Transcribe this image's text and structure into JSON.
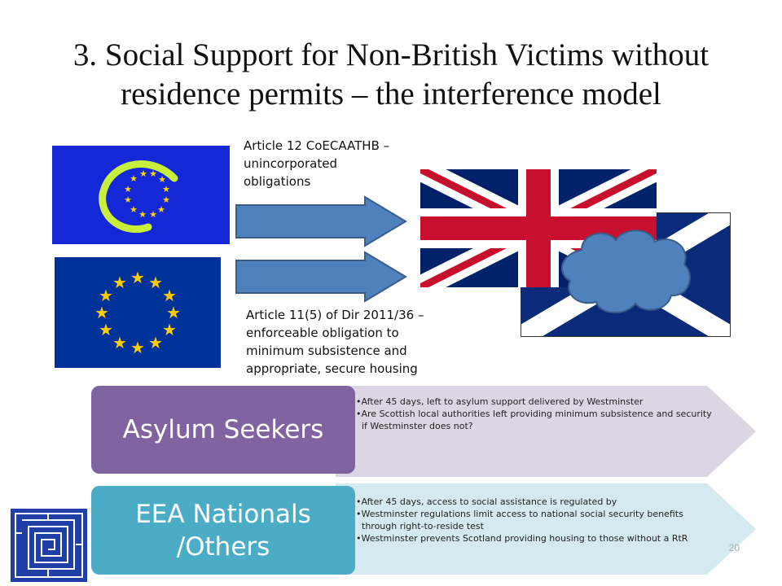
{
  "slide": {
    "title": "3. Social Support for Non-British Victims without residence permits – the interference model",
    "note_top": "Article 12 CoECAATHB – unincorporated obligations",
    "note_bottom": "Article 11(5) of Dir 2011/36 – enforceable obligation to minimum subsistence and appropriate, secure housing",
    "page_number": "20"
  },
  "bands": [
    {
      "label": "Asylum Seekers",
      "color": "#8064a2",
      "bullets": [
        "After 45 days, left to asylum support delivered by Westminster",
        "Are Scottish local authorities left providing minimum subsistence and security if Westminster does not?"
      ]
    },
    {
      "label": "EEA Nationals /Others",
      "color": "#4bacc6",
      "bullets": [
        "After 45 days, access to social assistance is regulated by",
        "Westminster regulations limit access to national social security benefits through right-to-reside test",
        "Westminster prevents Scotland providing housing to those without a RtR"
      ]
    }
  ],
  "icons": [
    "council-of-europe-flag",
    "eu-flag",
    "union-jack-flag",
    "scotland-flag",
    "cloud",
    "maze-logo"
  ],
  "colors": {
    "arrow": "#4f81bd",
    "arrow_border": "#385d8a",
    "chevron_top": "#dcd6e4",
    "chevron_bottom": "#d5eaf0"
  }
}
